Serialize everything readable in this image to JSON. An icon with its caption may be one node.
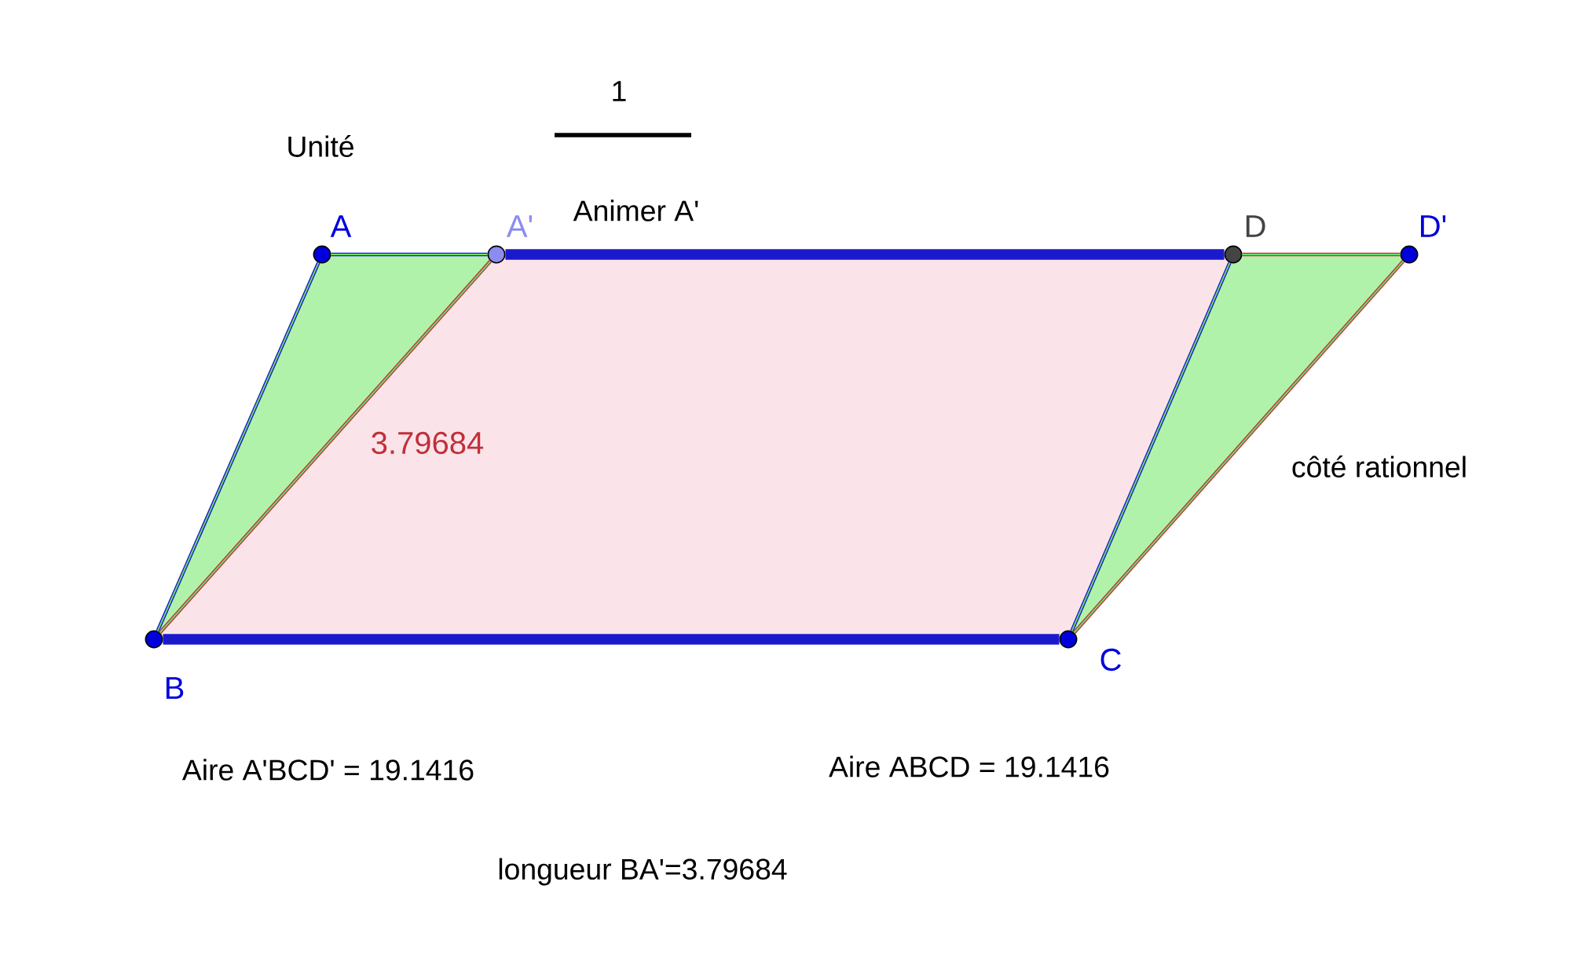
{
  "diagram": {
    "nodes": [
      {
        "text": [],
        "shape": "circle",
        "beside": [
          "A"
        ]
      },
      {
        "text": [],
        "shape": "circle",
        "beside": [
          "A'"
        ]
      },
      {
        "text": [],
        "shape": "circle",
        "beside": [
          "D"
        ]
      },
      {
        "text": [],
        "shape": "circle",
        "beside": [
          "D'"
        ]
      },
      {
        "text": [],
        "shape": "circle",
        "beside": [
          "B"
        ]
      },
      {
        "text": [],
        "shape": "circle",
        "beside": [
          "C"
        ]
      }
    ],
    "edges": [
      {
        "from": 0,
        "to": 1,
        "arrow": "none"
      },
      {
        "from": 1,
        "to": 2,
        "arrow": "none",
        "style": "thick"
      },
      {
        "from": 2,
        "to": 3,
        "arrow": "none",
        "color": "#c0303a"
      },
      {
        "from": 4,
        "to": 0,
        "arrow": "none"
      },
      {
        "from": 4,
        "to": 1,
        "arrow": "none",
        "color": "#c0303a",
        "label": "3.79684"
      },
      {
        "from": 5,
        "to": 2,
        "arrow": "none"
      },
      {
        "from": 5,
        "to": 3,
        "arrow": "none",
        "color": "#c0303a"
      },
      {
        "from": 4,
        "to": 5,
        "arrow": "none",
        "style": "thick"
      }
    ],
    "labels": [
      "1",
      "Unité",
      "Animer A'",
      "côté rationnel",
      "Aire A'BCD' = 19.1416",
      "Aire ABCD = 19.1416",
      "longueur BA'=3.79684"
    ]
  }
}
